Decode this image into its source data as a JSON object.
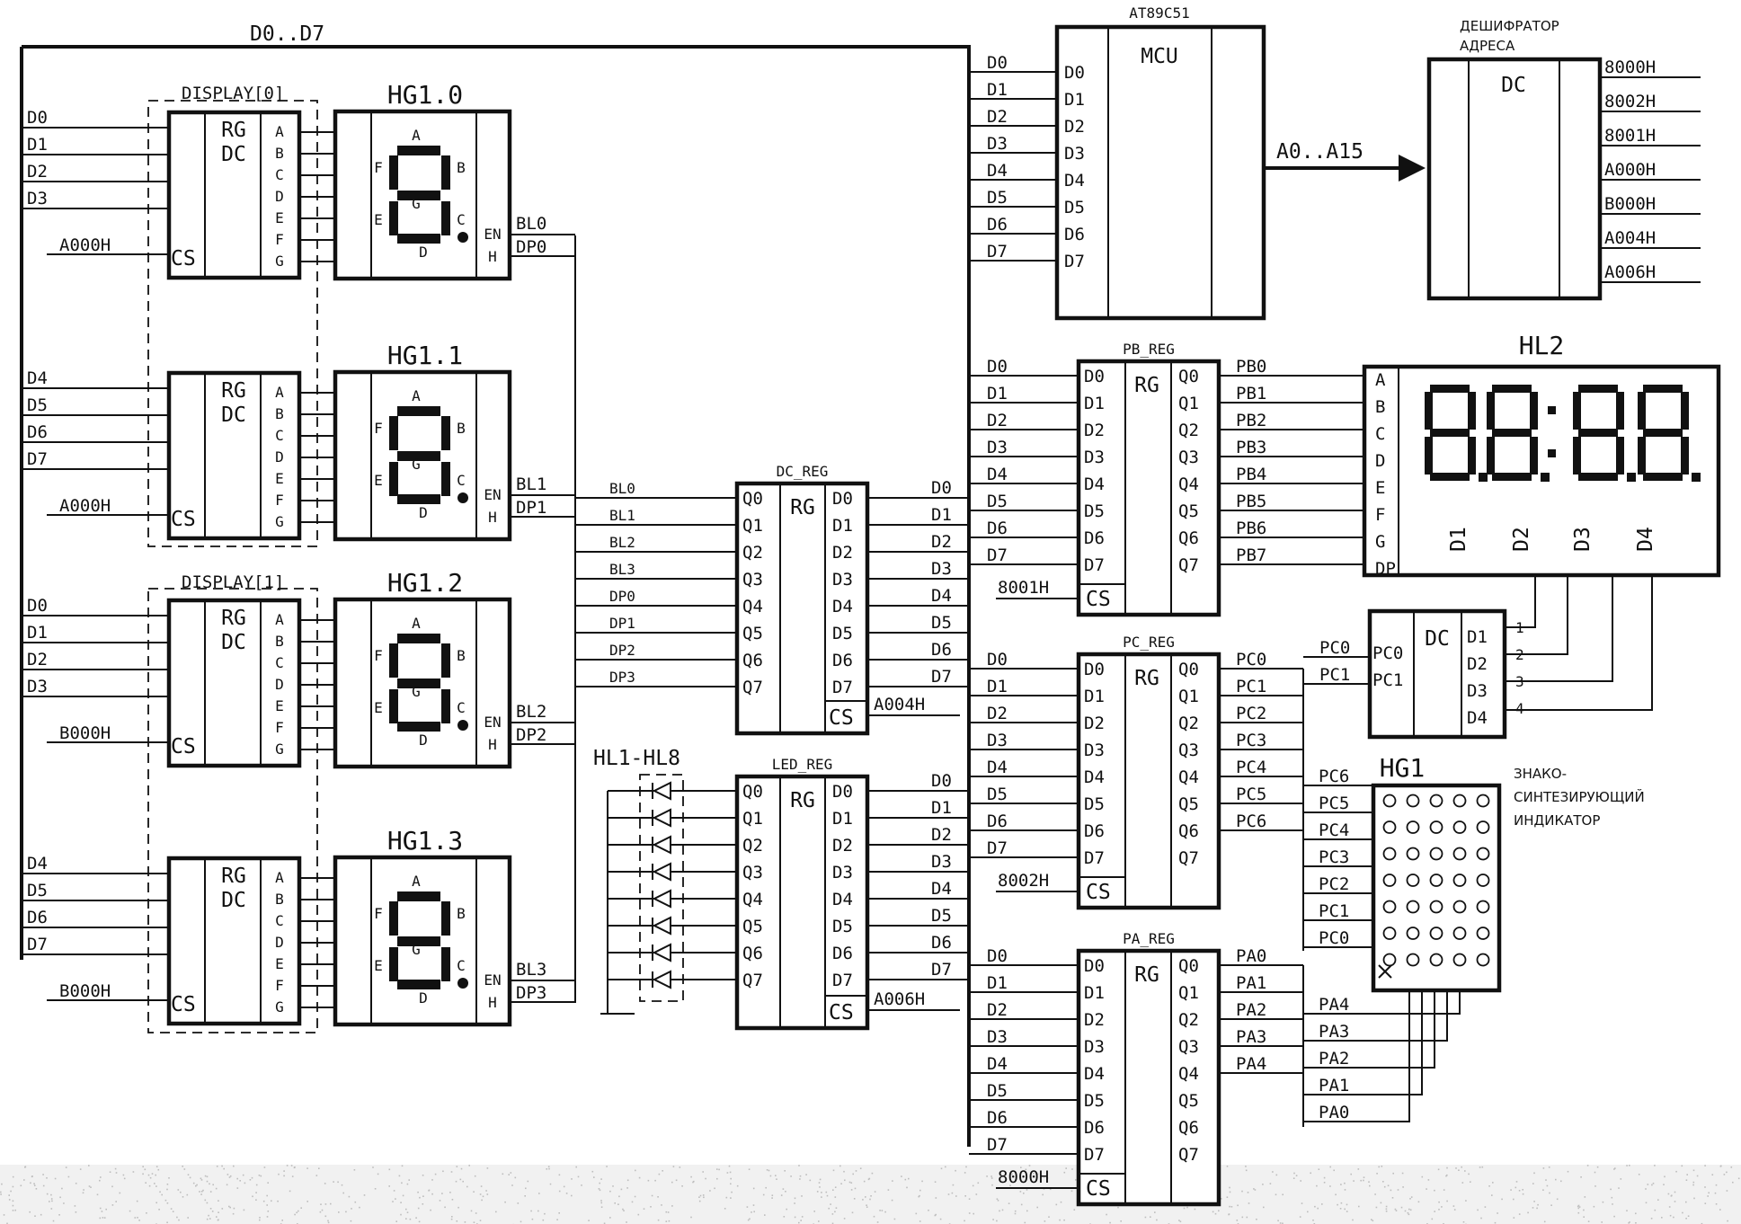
{
  "bus_label": "D0..D7",
  "mcu": {
    "title": "AT89C51",
    "name": "MCU",
    "pins": [
      "D0",
      "D1",
      "D2",
      "D3",
      "D4",
      "D5",
      "D6",
      "D7"
    ],
    "addr_bus": "A0..A15"
  },
  "decoder": {
    "title_lines": [
      "ДЕШИФРАТОР",
      "АДРЕСА"
    ],
    "name": "DC",
    "outputs": [
      "8000H",
      "8002H",
      "8001H",
      "A000H",
      "B000H",
      "A004H",
      "A006H"
    ]
  },
  "displays": [
    {
      "group": "DISPLAY[0]",
      "name": "HG1.0",
      "inputs": [
        "D0",
        "D1",
        "D2",
        "D3"
      ],
      "cs_addr": "A000H",
      "bl": "BL0",
      "dp": "DP0"
    },
    {
      "group": "",
      "name": "HG1.1",
      "inputs": [
        "D4",
        "D5",
        "D6",
        "D7"
      ],
      "cs_addr": "A000H",
      "bl": "BL1",
      "dp": "DP1"
    },
    {
      "group": "DISPLAY[1]",
      "name": "HG1.2",
      "inputs": [
        "D0",
        "D1",
        "D2",
        "D3"
      ],
      "cs_addr": "B000H",
      "bl": "BL2",
      "dp": "DP2"
    },
    {
      "group": "",
      "name": "HG1.3",
      "inputs": [
        "D4",
        "D5",
        "D6",
        "D7"
      ],
      "cs_addr": "B000H",
      "bl": "BL3",
      "dp": "DP3"
    }
  ],
  "latch_labels": {
    "rg": "RG",
    "dc": "DC",
    "cs": "CS"
  },
  "seg_pins": [
    "A",
    "B",
    "C",
    "D",
    "E",
    "F",
    "G"
  ],
  "seg_letters": [
    "A",
    "B",
    "C",
    "D",
    "E",
    "F",
    "G"
  ],
  "digit_pins": [
    "EN",
    "H"
  ],
  "dc_reg": {
    "title": "DC_REG",
    "in_labels": [
      "BL0",
      "BL1",
      "BL2",
      "BL3",
      "DP0",
      "DP1",
      "DP2",
      "DP3"
    ],
    "q": [
      "Q0",
      "Q1",
      "Q2",
      "Q3",
      "Q4",
      "Q5",
      "Q6",
      "Q7"
    ],
    "d": [
      "D0",
      "D1",
      "D2",
      "D3",
      "D4",
      "D5",
      "D6",
      "D7"
    ],
    "bus_d": [
      "D0",
      "D1",
      "D2",
      "D3",
      "D4",
      "D5",
      "D6",
      "D7"
    ],
    "cs_addr": "A004H"
  },
  "led_reg": {
    "title": "LED_REG",
    "leds": "HL1-HL8",
    "q": [
      "Q0",
      "Q1",
      "Q2",
      "Q3",
      "Q4",
      "Q5",
      "Q6",
      "Q7"
    ],
    "d": [
      "D0",
      "D1",
      "D2",
      "D3",
      "D4",
      "D5",
      "D6",
      "D7"
    ],
    "bus_d": [
      "D0",
      "D1",
      "D2",
      "D3",
      "D4",
      "D5",
      "D6",
      "D7"
    ],
    "cs_addr": "A006H"
  },
  "pb_reg": {
    "title": "PB_REG",
    "d": [
      "D0",
      "D1",
      "D2",
      "D3",
      "D4",
      "D5",
      "D6",
      "D7"
    ],
    "q": [
      "Q0",
      "Q1",
      "Q2",
      "Q3",
      "Q4",
      "Q5",
      "Q6",
      "Q7"
    ],
    "bus_d": [
      "D0",
      "D1",
      "D2",
      "D3",
      "D4",
      "D5",
      "D6",
      "D7"
    ],
    "outs": [
      "PB0",
      "PB1",
      "PB2",
      "PB3",
      "PB4",
      "PB5",
      "PB6",
      "PB7"
    ],
    "cs_addr": "8001H"
  },
  "pc_reg": {
    "title": "PC_REG",
    "d": [
      "D0",
      "D1",
      "D2",
      "D3",
      "D4",
      "D5",
      "D6",
      "D7"
    ],
    "q": [
      "Q0",
      "Q1",
      "Q2",
      "Q3",
      "Q4",
      "Q5",
      "Q6",
      "Q7"
    ],
    "bus_d": [
      "D0",
      "D1",
      "D2",
      "D3",
      "D4",
      "D5",
      "D6",
      "D7"
    ],
    "outs": [
      "PC0",
      "PC1",
      "PC2",
      "PC3",
      "PC4",
      "PC5",
      "PC6"
    ],
    "cs_addr": "8002H"
  },
  "pa_reg": {
    "title": "PA_REG",
    "d": [
      "D0",
      "D1",
      "D2",
      "D3",
      "D4",
      "D5",
      "D6",
      "D7"
    ],
    "q": [
      "Q0",
      "Q1",
      "Q2",
      "Q3",
      "Q4",
      "Q5",
      "Q6",
      "Q7"
    ],
    "bus_d": [
      "D0",
      "D1",
      "D2",
      "D3",
      "D4",
      "D5",
      "D6",
      "D7"
    ],
    "outs": [
      "PA0",
      "PA1",
      "PA2",
      "PA3",
      "PA4"
    ],
    "cs_addr": "8000H"
  },
  "hl2": {
    "name": "HL2",
    "pins": [
      "A",
      "B",
      "C",
      "D",
      "E",
      "F",
      "G",
      "DP"
    ],
    "digits": [
      "D1",
      "D2",
      "D3",
      "D4"
    ]
  },
  "dig_dc": {
    "name": "DC",
    "in_ext": [
      "PC0",
      "PC1"
    ],
    "in": [
      "PC0",
      "PC1"
    ],
    "out": [
      "D1",
      "D2",
      "D3",
      "D4"
    ],
    "out_nums": [
      "1",
      "2",
      "3",
      "4"
    ]
  },
  "hg1": {
    "name": "HG1",
    "desc_lines": [
      "ЗНАКО-",
      "СИНТЕЗИРУЮЩИЙ",
      "ИНДИКАТОР"
    ],
    "row_labels": [
      "PC6",
      "PC5",
      "PC4",
      "PC3",
      "PC2",
      "PC1",
      "PC0"
    ],
    "col_labels": [
      "PA4",
      "PA3",
      "PA2",
      "PA1",
      "PA0"
    ]
  }
}
